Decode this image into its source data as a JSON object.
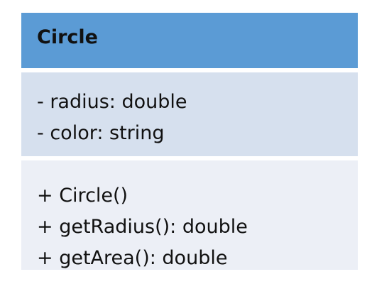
{
  "class": {
    "name": "Circle",
    "attributes": [
      "- radius: double",
      "- color: string"
    ],
    "methods": [
      "+ Circle()",
      "+ getRadius(): double",
      "+ getArea(): double"
    ]
  },
  "colors": {
    "header": "#5b9bd5",
    "attributes_bg": "#d6e0ee",
    "methods_bg": "#eceff6"
  }
}
